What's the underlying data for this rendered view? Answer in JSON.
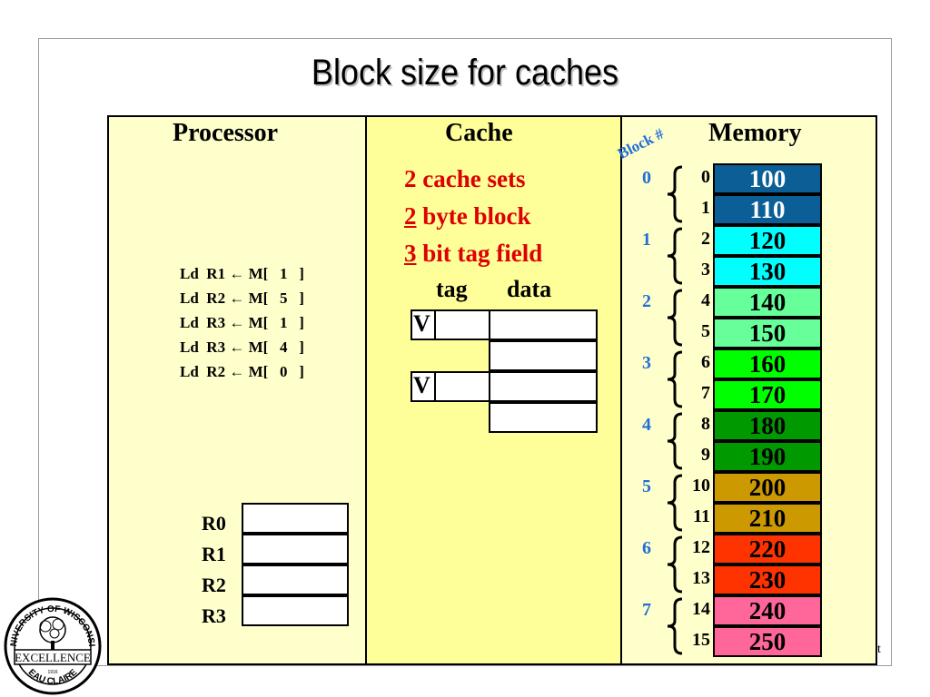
{
  "slide": {
    "title": "Block size for caches",
    "corner_text": "t"
  },
  "processor": {
    "heading": "Processor",
    "instructions": [
      "Ld  R1 ← M[   1   ]",
      "Ld  R2 ← M[   5   ]",
      "Ld  R3 ← M[   1   ]",
      "Ld  R3 ← M[   4   ]",
      "Ld  R2 ← M[   0   ]"
    ],
    "registers": [
      "R0",
      "R1",
      "R2",
      "R3"
    ]
  },
  "cache": {
    "heading": "Cache",
    "line1": "2 cache sets",
    "line2_num": "2",
    "line2_text": " byte block",
    "line3_num": "3",
    "line3_text": " bit tag field",
    "tag_label": "tag",
    "data_label": "data",
    "valid_label": "V"
  },
  "memory": {
    "heading": "Memory",
    "block_header": "Block #",
    "blocks": [
      "0",
      "1",
      "2",
      "3",
      "4",
      "5",
      "6",
      "7"
    ],
    "addresses": [
      "0",
      "1",
      "2",
      "3",
      "4",
      "5",
      "6",
      "7",
      "8",
      "9",
      "10",
      "11",
      "12",
      "13",
      "14",
      "15"
    ],
    "values": [
      "100",
      "110",
      "120",
      "130",
      "140",
      "150",
      "160",
      "170",
      "180",
      "190",
      "200",
      "210",
      "220",
      "230",
      "240",
      "250"
    ],
    "colors": [
      "#0b5f96",
      "#0b5f96",
      "#00ffff",
      "#00ffff",
      "#66ff99",
      "#66ff99",
      "#00ff00",
      "#00ff00",
      "#009900",
      "#009900",
      "#cc9900",
      "#cc9900",
      "#ff3300",
      "#ff3300",
      "#ff6699",
      "#ff6699"
    ],
    "text_colors": [
      "#ffffff",
      "#ffffff",
      "#000000",
      "#000000",
      "#000000",
      "#000000",
      "#000000",
      "#000000",
      "#000000",
      "#000000",
      "#000000",
      "#000000",
      "#000000",
      "#000000",
      "#000000",
      "#000000"
    ]
  },
  "logo": {
    "top_text": "UNIVERSITY OF WISCONSIN",
    "middle_text": "EXCELLENCE",
    "bottom_text": "EAU CLAIRE",
    "year": "1916"
  }
}
